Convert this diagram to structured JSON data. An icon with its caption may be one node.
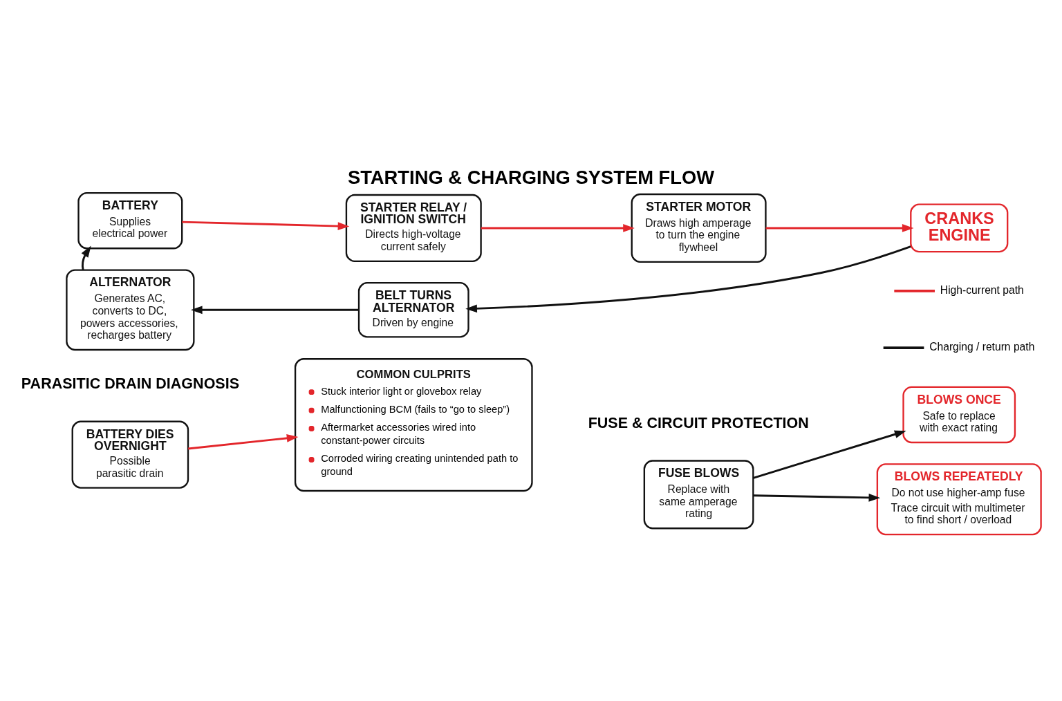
{
  "diagram": {
    "title": "STARTING & CHARGING SYSTEM FLOW",
    "nodes": [
      {
        "text": [
          "BATTERY",
          "Supplies electrical power"
        ]
      },
      {
        "text": [
          "STARTER RELAY / IGNITION SWITCH",
          "Directs high-voltage current safely"
        ]
      },
      {
        "text": [
          "STARTER MOTOR",
          "Draws high amperage to turn the engine flywheel"
        ]
      },
      {
        "text": [
          "CRANKS ENGINE"
        ]
      },
      {
        "text": [
          "ALTERNATOR",
          "Generates AC, converts to DC, powers accessories, recharges battery"
        ]
      },
      {
        "text": [
          "BELT TURNS ALTERNATOR",
          "Driven by engine"
        ]
      },
      {
        "text": [
          "BATTERY DIES OVERNIGHT",
          "Possible parasitic drain"
        ]
      },
      {
        "text": [
          "COMMON CULPRITS",
          "Stuck interior light or glovebox relay",
          "Malfunctioning BCM (fails to “go to sleep”)",
          "Aftermarket accessories wired into constant-power circuits",
          "Corroded wiring creating unintended path to ground"
        ]
      },
      {
        "text": [
          "FUSE BLOWS",
          "Replace with same amperage rating"
        ]
      },
      {
        "text": [
          "BLOWS ONCE",
          "Safe to replace with exact rating"
        ]
      },
      {
        "text": [
          "BLOWS REPEATEDLY",
          "Do not use higher-amp fuse",
          "Trace circuit with multimeter to find short / overload"
        ]
      }
    ],
    "edges": [
      {
        "from": 0,
        "to": 1,
        "arrow": "to",
        "color": "#e3262b"
      },
      {
        "from": 1,
        "to": 2,
        "arrow": "to",
        "color": "#e3262b"
      },
      {
        "from": 2,
        "to": 3,
        "arrow": "to",
        "color": "#e3262b"
      },
      {
        "from": 3,
        "to": 5,
        "arrow": "to"
      },
      {
        "from": 5,
        "to": 4,
        "arrow": "to"
      },
      {
        "from": 4,
        "to": 0,
        "arrow": "to"
      },
      {
        "from": 6,
        "to": 7,
        "arrow": "to",
        "color": "#e3262b"
      },
      {
        "from": 8,
        "to": 9,
        "arrow": "to"
      },
      {
        "from": 8,
        "to": 10,
        "arrow": "to"
      }
    ],
    "labels": [
      "PARASITIC DRAIN DIAGNOSIS",
      "FUSE & CIRCUIT PROTECTION"
    ],
    "legend": [
      {
        "text": "High-current path"
      },
      {
        "text": "Charging / return path"
      }
    ]
  }
}
